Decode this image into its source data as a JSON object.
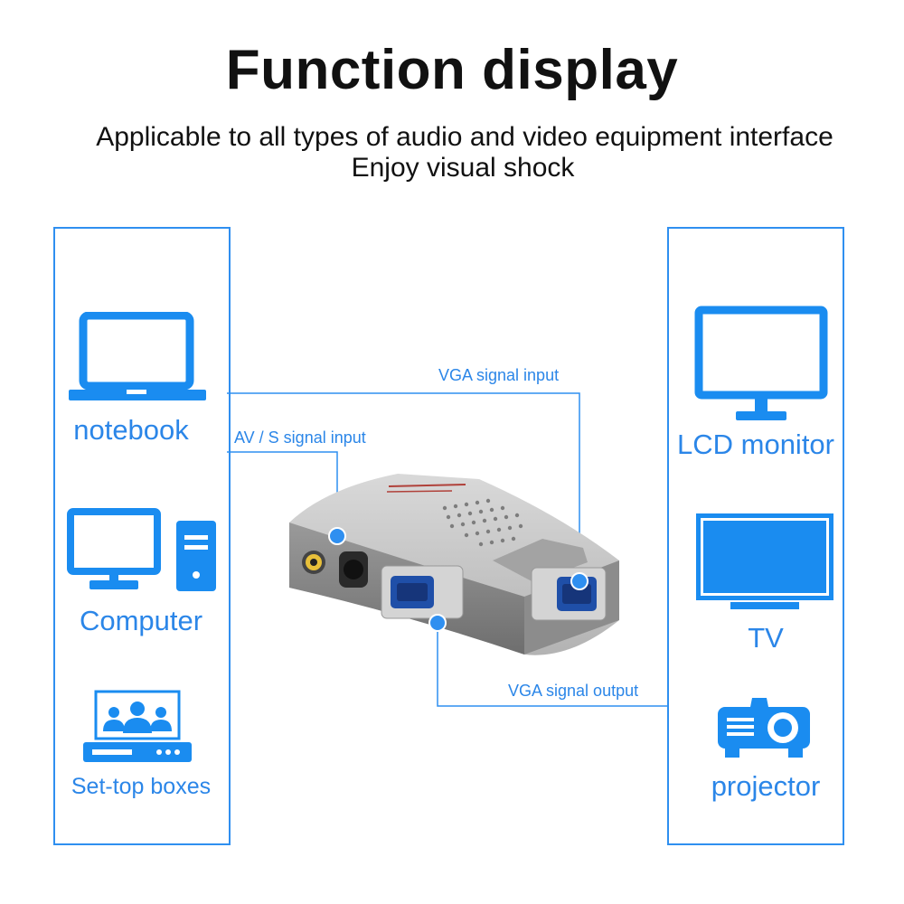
{
  "title": "Function display",
  "subtitle_line1": "Applicable to all types of audio and video equipment interface",
  "subtitle_line2": "Enjoy visual shock",
  "left_panel": {
    "notebook": "notebook",
    "computer": "Computer",
    "settop": "Set-top boxes"
  },
  "right_panel": {
    "lcd": "LCD monitor",
    "tv": "TV",
    "projector": "projector"
  },
  "signals": {
    "vga_input": "VGA signal input",
    "av_input": "AV / S signal input",
    "vga_output": "VGA signal output"
  },
  "colors": {
    "accent": "#2f8ff0",
    "icon": "#1a8cf0",
    "text": "#111111"
  }
}
